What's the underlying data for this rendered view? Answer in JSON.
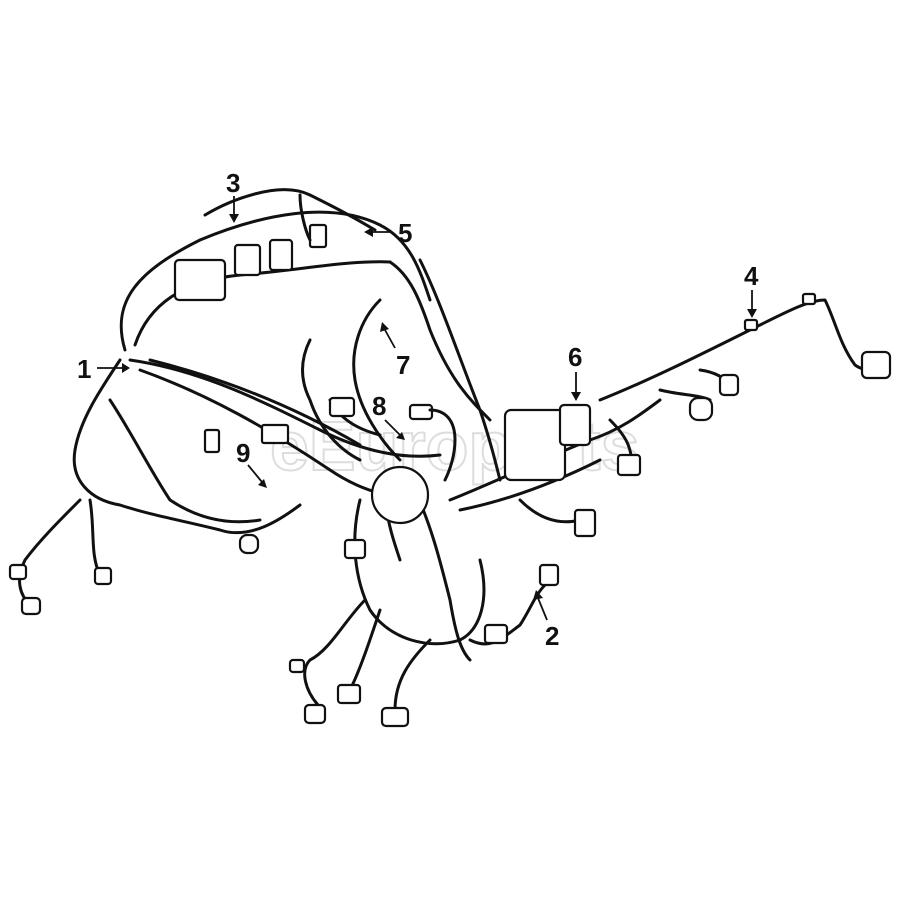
{
  "diagram": {
    "callouts": [
      {
        "id": "1",
        "label": "1"
      },
      {
        "id": "2",
        "label": "2"
      },
      {
        "id": "3",
        "label": "3"
      },
      {
        "id": "4",
        "label": "4"
      },
      {
        "id": "5",
        "label": "5"
      },
      {
        "id": "6",
        "label": "6"
      },
      {
        "id": "7",
        "label": "7"
      },
      {
        "id": "8",
        "label": "8"
      },
      {
        "id": "9",
        "label": "9"
      }
    ],
    "watermark": "eEuroparts",
    "line_color": "#111111",
    "background": "#ffffff"
  }
}
